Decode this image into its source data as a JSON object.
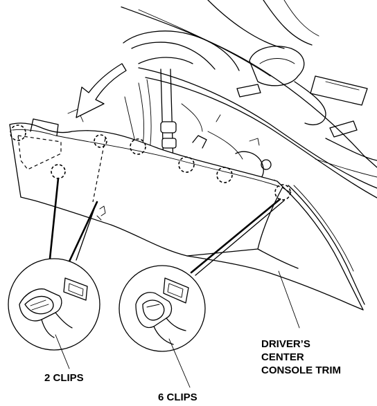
{
  "callouts": {
    "left_clips": "2 CLIPS",
    "right_clips": "6 CLIPS",
    "part_line1": "DRIVER’S",
    "part_line2": "CENTER",
    "part_line3": "CONSOLE TRIM"
  }
}
